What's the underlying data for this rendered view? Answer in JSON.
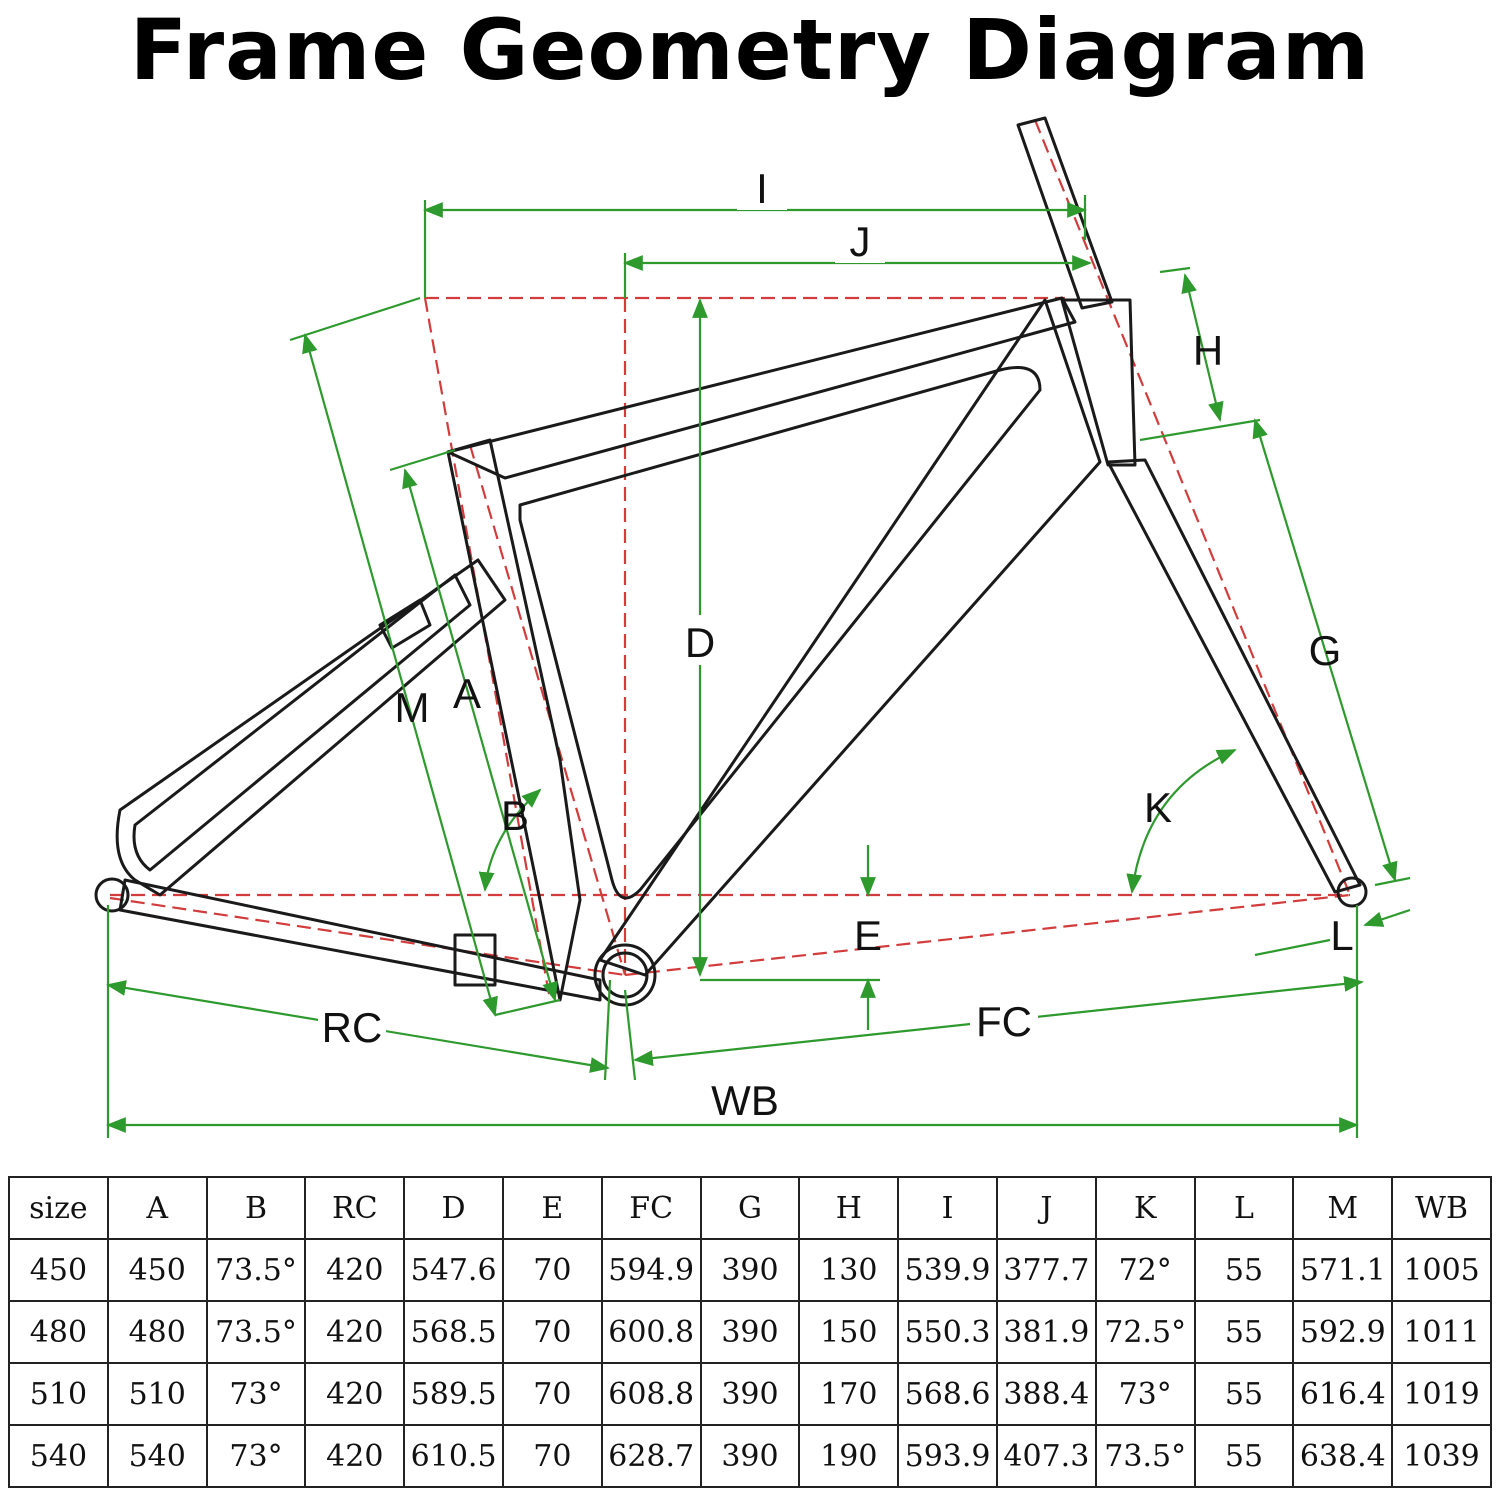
{
  "title": "Frame Geometry Diagram",
  "diagram": {
    "labels": {
      "A": "A",
      "B": "B",
      "D": "D",
      "E": "E",
      "G": "G",
      "H": "H",
      "I": "I",
      "J": "J",
      "K": "K",
      "L": "L",
      "M": "M",
      "RC": "RC",
      "FC": "FC",
      "WB": "WB"
    },
    "colors": {
      "frame": "#1a1a1a",
      "dimension": "#2e9a2e",
      "centerline": "#d23c3c"
    }
  },
  "table": {
    "headers": [
      "size",
      "A",
      "B",
      "RC",
      "D",
      "E",
      "FC",
      "G",
      "H",
      "I",
      "J",
      "K",
      "L",
      "M",
      "WB"
    ],
    "rows": [
      [
        "450",
        "450",
        "73.5°",
        "420",
        "547.6",
        "70",
        "594.9",
        "390",
        "130",
        "539.9",
        "377.7",
        "72°",
        "55",
        "571.1",
        "1005"
      ],
      [
        "480",
        "480",
        "73.5°",
        "420",
        "568.5",
        "70",
        "600.8",
        "390",
        "150",
        "550.3",
        "381.9",
        "72.5°",
        "55",
        "592.9",
        "1011"
      ],
      [
        "510",
        "510",
        "73°",
        "420",
        "589.5",
        "70",
        "608.8",
        "390",
        "170",
        "568.6",
        "388.4",
        "73°",
        "55",
        "616.4",
        "1019"
      ],
      [
        "540",
        "540",
        "73°",
        "420",
        "610.5",
        "70",
        "628.7",
        "390",
        "190",
        "593.9",
        "407.3",
        "73.5°",
        "55",
        "638.4",
        "1039"
      ]
    ]
  }
}
